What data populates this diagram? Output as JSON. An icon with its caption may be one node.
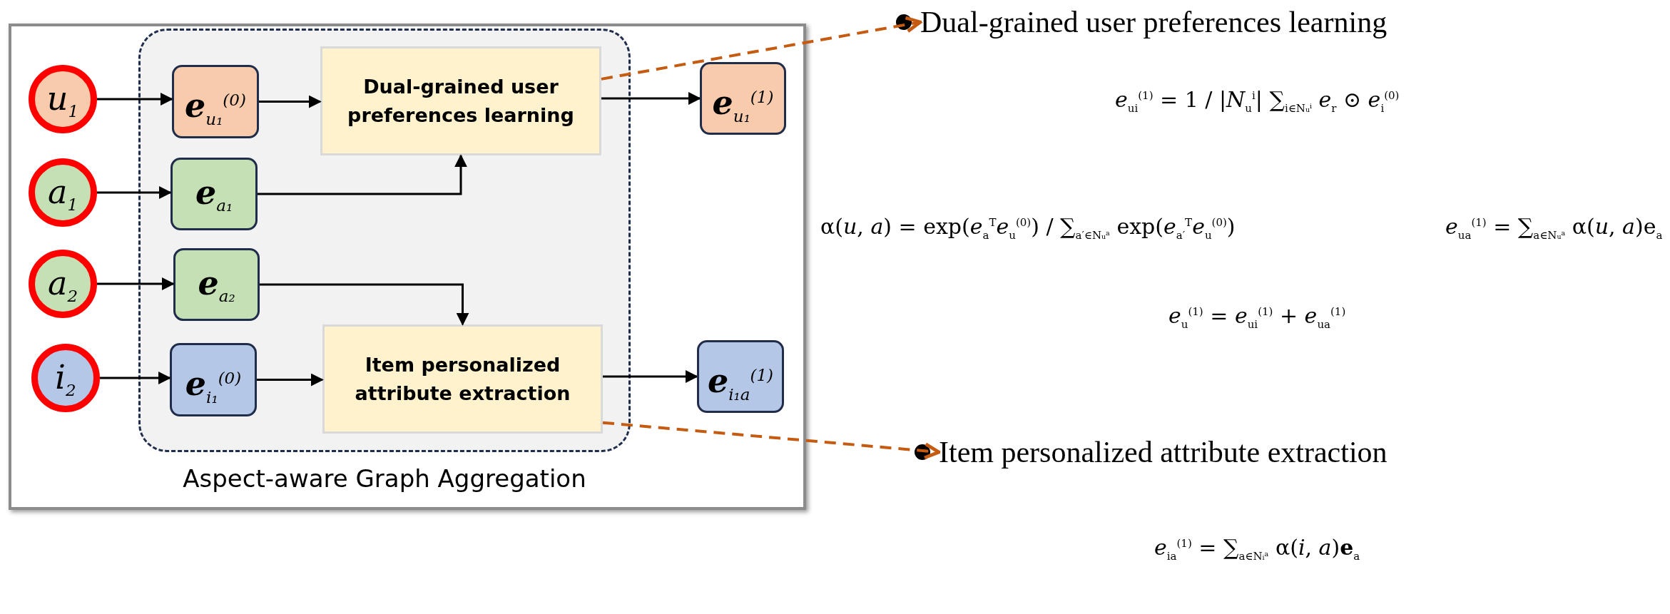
{
  "diagram": {
    "nodes": [
      {
        "text": [
          "Aspect-aware Graph Aggregation"
        ]
      },
      {
        "text": [
          "*u*$_{1}$"
        ]
      },
      {
        "text": [
          "**e**$_{u₁}$$^{(0)}$"
        ],
        "in": 0
      },
      {
        "text": [
          "Dual-grained user preferences learning"
        ],
        "in": 0
      },
      {
        "text": [
          "**e**$_{u₁}$$^{(1)}$"
        ]
      },
      {
        "text": [
          "*a*$_{1}$"
        ]
      },
      {
        "text": [
          "**e**$_{a₁}$"
        ],
        "in": 0
      },
      {
        "text": [
          "*a*$_{2}$"
        ]
      },
      {
        "text": [
          "**e**$_{a₂}$"
        ],
        "in": 0
      },
      {
        "text": [
          "*i*$_{2}$"
        ]
      },
      {
        "text": [
          "**e**$_{i₁}$$^{(0)}$"
        ],
        "in": 0
      },
      {
        "text": [
          "Item personalized attribute extraction"
        ],
        "in": 0
      },
      {
        "text": [
          "**e**$_{i₁a}$$^{(1)}$"
        ]
      },
      {
        "text": [
          "Dual-grained user preferences learning"
        ]
      },
      {
        "text": [
          "Item personalized attribute extraction"
        ]
      }
    ],
    "edges": [
      {
        "from": 1,
        "to": 2,
        "arrow": "to"
      },
      {
        "from": 2,
        "to": 3,
        "arrow": "to"
      },
      {
        "from": 3,
        "to": 4,
        "arrow": "to"
      },
      {
        "from": 5,
        "to": 6,
        "arrow": "to"
      },
      {
        "from": 6,
        "to": 3,
        "arrow": "to"
      },
      {
        "from": 7,
        "to": 8,
        "arrow": "to"
      },
      {
        "from": 8,
        "to": 11,
        "arrow": "to"
      },
      {
        "from": 9,
        "to": 10,
        "arrow": "to"
      },
      {
        "from": 10,
        "to": 11,
        "arrow": "to"
      },
      {
        "from": 11,
        "to": 12,
        "arrow": "to"
      },
      {
        "from": 3,
        "to": 13,
        "arrow": "to",
        "style": "dashed",
        "color": "#c55a11"
      },
      {
        "from": 11,
        "to": 14,
        "arrow": "to",
        "style": "dashed",
        "color": "#c55a11"
      }
    ],
    "labels": [
      "*e*$_{ui}$$^{(1)}$ = 1 / |*N*$_{u}$$^{i}$| ∑$_{i∈Nᵤⁱ}$ *e*$_{r}$ ⊙ *e*$_{i}$$^{(0)}$",
      "α(*u*, *a*) = exp(*e*$_{a}$$^{T}$*e*$_{u}$$^{(0)}$) / ∑$_{a′∈Nᵤᵃ}$ exp(*e*$_{a′}$$^{T}$*e*$_{u}$$^{(0)}$)",
      "*e*$_{ua}$$^{(1)}$ = ∑$_{a∈Nᵤᵃ}$ α(*u*, *a*)e$_{a}$",
      "*e*$_{u}$$^{(1)}$ = *e*$_{ui}$$^{(1)}$ + *e*$_{ua}$$^{(1)}$",
      "*e*$_{ia}$$^{(1)}$ = ∑$_{a∈Nᵢᵃ}$ α(*i*, *a*)**e**$_{a}$"
    ]
  }
}
